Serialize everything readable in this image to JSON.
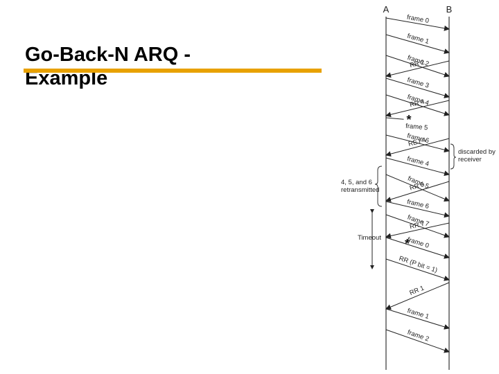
{
  "slide": {
    "title": "Go-Back-N ARQ -\nExample",
    "accent_color": "#e8a100"
  },
  "diagram": {
    "station_a": "A",
    "station_b": "B",
    "messages": [
      {
        "label": "frame 0",
        "dir": "A-to-B"
      },
      {
        "label": "frame 1",
        "dir": "A-to-B"
      },
      {
        "label": "frame 2",
        "dir": "A-to-B"
      },
      {
        "label": "RR 2",
        "dir": "B-to-A"
      },
      {
        "label": "frame 3",
        "dir": "A-to-B"
      },
      {
        "label": "frame 4",
        "dir": "A-to-B"
      },
      {
        "label": "RR 4",
        "dir": "B-to-A"
      },
      {
        "label": "frame 5",
        "dir": "A-to-B",
        "lost": true
      },
      {
        "label": "frame 6",
        "dir": "A-to-B"
      },
      {
        "label": "REJ 4",
        "dir": "B-to-A"
      },
      {
        "label": "frame 4",
        "dir": "A-to-B"
      },
      {
        "label": "frame 5",
        "dir": "A-to-B"
      },
      {
        "label": "RR 5",
        "dir": "B-to-A"
      },
      {
        "label": "frame 6",
        "dir": "A-to-B"
      },
      {
        "label": "frame 7",
        "dir": "A-to-B"
      },
      {
        "label": "RR 7",
        "dir": "B-to-A"
      },
      {
        "label": "frame 0",
        "dir": "A-to-B"
      },
      {
        "label": "RR (P bit = 1)",
        "dir": "A-to-B"
      },
      {
        "label": "RR 1",
        "dir": "B-to-A"
      },
      {
        "label": "frame 1",
        "dir": "A-to-B"
      },
      {
        "label": "frame 2",
        "dir": "A-to-B"
      }
    ],
    "lost_marker": "*",
    "annotations": {
      "discarded": "discarded by\nreceiver",
      "retransmitted": "4, 5, and 6\nretransmitted",
      "timeout": "Timeout"
    }
  }
}
